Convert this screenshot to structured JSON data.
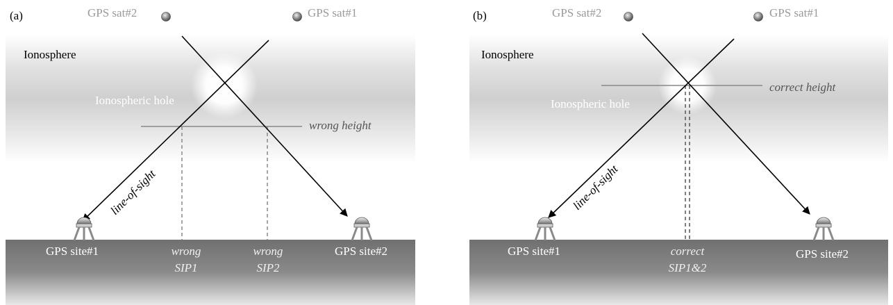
{
  "panels": [
    {
      "label": "(a)",
      "sat2": "GPS sat#2",
      "sat1": "GPS sat#1",
      "layer": "Ionosphere",
      "hole": "Ionospheric hole",
      "height_label": "wrong height",
      "los": "line-of-sight",
      "site1": "GPS site#1",
      "site2": "GPS site#2",
      "sip_a_line1": "wrong",
      "sip_a_line2": "SIP1",
      "sip_b_line1": "wrong",
      "sip_b_line2": "SIP2"
    },
    {
      "label": "(b)",
      "sat2": "GPS sat#2",
      "sat1": "GPS sat#1",
      "layer": "Ionosphere",
      "hole": "Ionospheric hole",
      "height_label": "correct height",
      "los": "line-of-sight",
      "site1": "GPS site#1",
      "site2": "GPS site#2",
      "sip_line1": "correct",
      "sip_line2": "SIP1&2"
    }
  ],
  "colors": {
    "sky_band": "#d4d4d4",
    "ground": "#7a7a7a",
    "muted_text": "#9a9a9a",
    "hole_glow": "#ffffff"
  }
}
